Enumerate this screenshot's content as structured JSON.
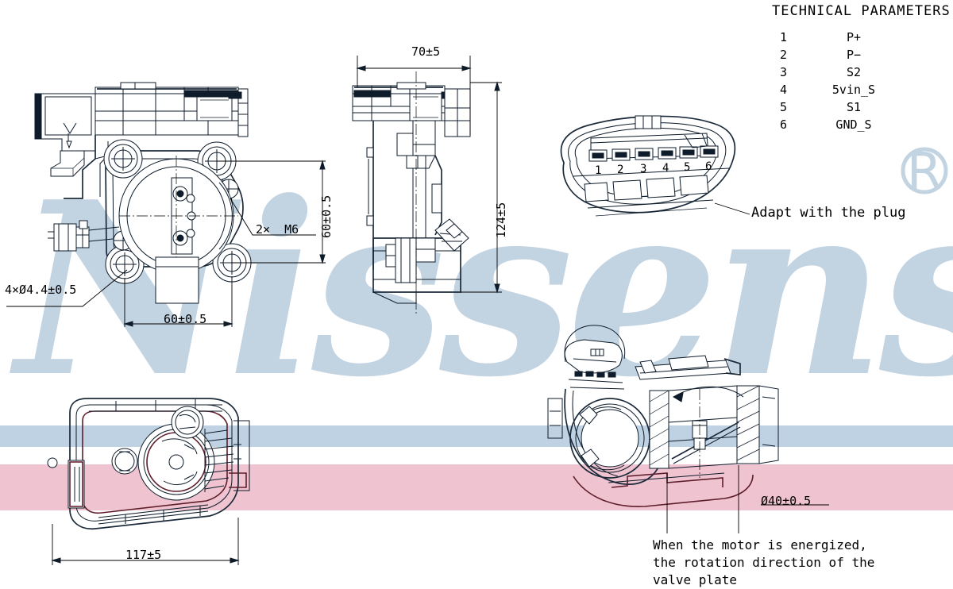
{
  "page": {
    "title": "Nissens throttle body technical drawing",
    "watermark_text": "Nissens",
    "watermark_registered": "®",
    "band_blue_color": "#bed2e3",
    "band_pink_color": "#efc3cf",
    "line_color": "#0d1b2a",
    "section_line_color": "#5e1d2b"
  },
  "tech_params": {
    "heading": "TECHNICAL PARAMETERS",
    "rows": [
      {
        "num": "1",
        "name": "P+"
      },
      {
        "num": "2",
        "name": "P−"
      },
      {
        "num": "3",
        "name": "S2"
      },
      {
        "num": "4",
        "name": "5vin_S"
      },
      {
        "num": "5",
        "name": "S1"
      },
      {
        "num": "6",
        "name": "GND_S"
      }
    ]
  },
  "connector": {
    "callout": "Adapt with the plug",
    "pins": [
      "1",
      "2",
      "3",
      "4",
      "5",
      "6"
    ]
  },
  "dimensions": {
    "front_width": "60±0.5",
    "front_height": "60±0.5",
    "front_holes": "4×Ø4.4±0.5",
    "front_threads": "2×  M6",
    "side_width": "70±5",
    "side_height": "124±5",
    "bottom_width": "117±5",
    "bore_diameter": "Ø40±0.5"
  },
  "notes": {
    "rotation_note_lines": [
      "When the motor is energized,",
      "the rotation direction of the",
      "valve plate"
    ]
  }
}
